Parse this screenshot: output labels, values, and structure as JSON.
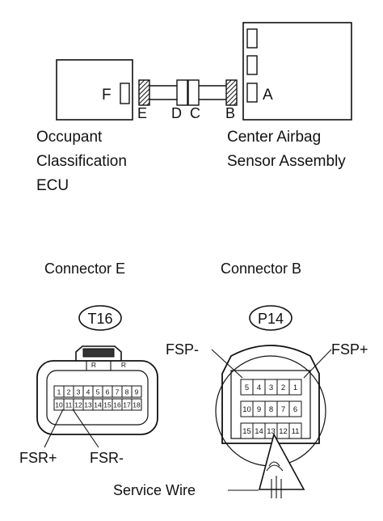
{
  "top_diagram": {
    "ecu_pin_label": "F",
    "sensor_pin_label": "A",
    "connector_labels": [
      "E",
      "D",
      "C",
      "B"
    ],
    "ecu_name_lines": [
      "Occupant",
      "Classification",
      "ECU"
    ],
    "sensor_name_lines": [
      "Center Airbag",
      "Sensor Assembly"
    ]
  },
  "connector_e": {
    "title": "Connector E",
    "code": "T16",
    "pins_row1": [
      "1",
      "2",
      "3",
      "4",
      "5",
      "6",
      "7",
      "8",
      "9"
    ],
    "pins_row2": [
      "10",
      "11",
      "12",
      "13",
      "14",
      "15",
      "16",
      "17",
      "18"
    ],
    "latch_marks": [
      "R",
      "R"
    ],
    "callouts": [
      "FSR+",
      "FSR-"
    ]
  },
  "connector_b": {
    "title": "Connector B",
    "code": "P14",
    "pins_row1": [
      "5",
      "4",
      "3",
      "2",
      "1"
    ],
    "pins_row2": [
      "10",
      "9",
      "8",
      "7",
      "6"
    ],
    "pins_row3": [
      "15",
      "14",
      "13",
      "12",
      "11"
    ],
    "callouts": [
      "FSP-",
      "FSP+"
    ],
    "service_wire_label": "Service Wire"
  }
}
